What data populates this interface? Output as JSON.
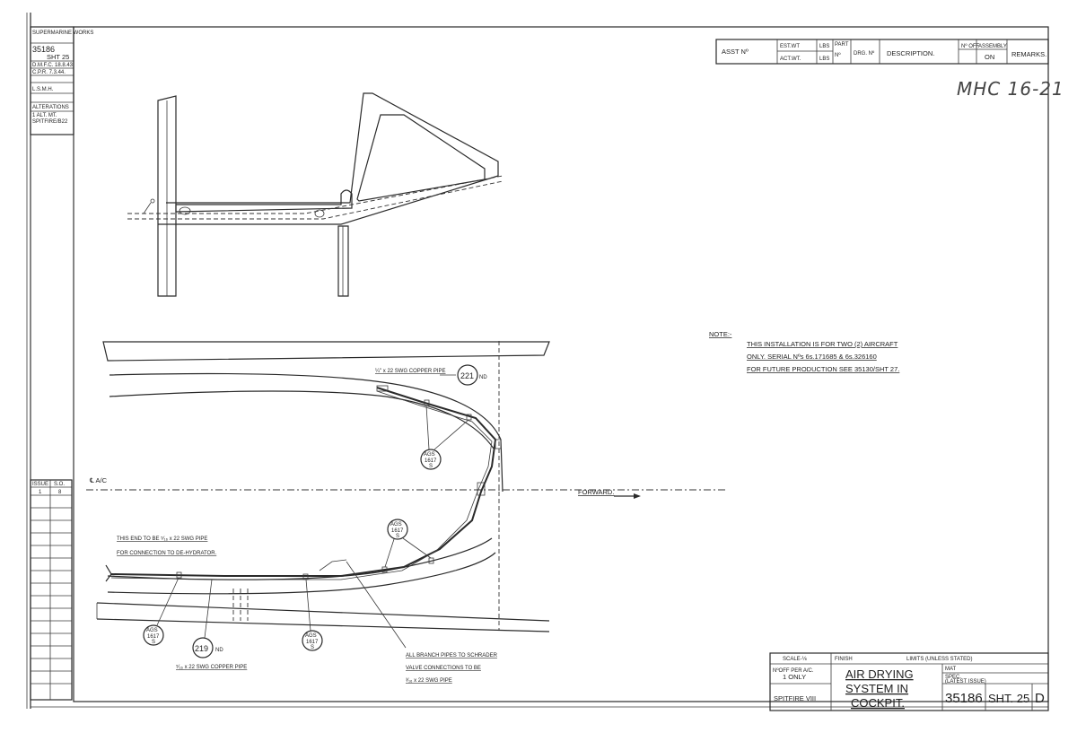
{
  "margin_block": {
    "maker": "SUPERMARINE WORKS",
    "drawing_no": "35186",
    "sheet": "SHT 25",
    "line_a": "D.M.F.C. 18.8.43",
    "line_b": "C.P.R. 7.3.44.",
    "initials": "L.S.M.H.",
    "alterations": "ALTERATIONS",
    "alt_note_a": "1 ALT. MT.",
    "alt_note_b": "SPITFIRE/B22",
    "issue_label": "ISSUE",
    "issue_col": "S.O.",
    "issue_no": "1",
    "issue_val": "8"
  },
  "parts_header": {
    "asst_no": "ASST Nº",
    "est_wt": "EST.WT",
    "act_wt": "ACT.WT.",
    "lbs": "LBS",
    "lbs2": "LBS",
    "part": "PART",
    "part_no": "Nº",
    "drg_no": "DRG. Nº",
    "description": "DESCRIPTION.",
    "no_off": "Nº OFF",
    "assembly": "ASSEMBLY",
    "assembly_on": "ON",
    "remarks": "REMARKS."
  },
  "handwritten_ref": "MHC 16-21",
  "note": {
    "label": "NOTE:-",
    "line1": "THIS INSTALLATION IS FOR TWO (2) AIRCRAFT",
    "line2": "ONLY. SERIAL Nºs 6s.171685 & 6s.326160",
    "line3": "FOR FUTURE PRODUCTION SEE 35130/SHT 27."
  },
  "labels": {
    "copper_pipe_top": "¼\" x 22 SWG COPPER PIPE",
    "item_221": "221",
    "nd_top": "ND",
    "ags_a": "AGS",
    "ags_a_no": "1617",
    "ags_a_s": "S",
    "centre_line": "℄ A/C",
    "forward": "FORWARD.",
    "this_end_1": "THIS END TO BE ⁵⁄₁₆ x 22 SWG PIPE",
    "this_end_2": "FOR CONNECTION TO DE-HYDRATOR.",
    "ags_b": "AGS",
    "ags_b_no": "1617",
    "ags_b_s": "S",
    "ags_c": "AGS",
    "ags_c_no": "1617",
    "ags_c_s": "S",
    "ags_d": "AGS",
    "ags_d_no": "1617",
    "ags_d_s": "S",
    "item_219": "219",
    "nd_bottom": "ND",
    "copper_pipe_bottom": "⁵⁄₁₆ x 22 SWG COPPER PIPE",
    "branch_1": "ALL BRANCH PIPES TO SCHRADER",
    "branch_2": "VALVE CONNECTIONS TO BE",
    "branch_3": "³⁄₁₆ x 22 SWG PIPE"
  },
  "title_block": {
    "scale": "SCALE-⅛",
    "finish": "FINISH",
    "limits": "LIMITS (UNLESS STATED)",
    "no_off_per": "NºOFF PER A/C.",
    "one_only": "1 ONLY",
    "aircraft": "SPITFIRE VIII",
    "title_1": "AIR DRYING",
    "title_2": "SYSTEM IN",
    "title_3": "COCKPIT.",
    "mat": "MAT",
    "spec_1": "SPEC.",
    "spec_2": "(LATEST ISSUE)",
    "drawing_no": "35186",
    "sheet": "SHT. 25",
    "issue_letter": "D"
  }
}
